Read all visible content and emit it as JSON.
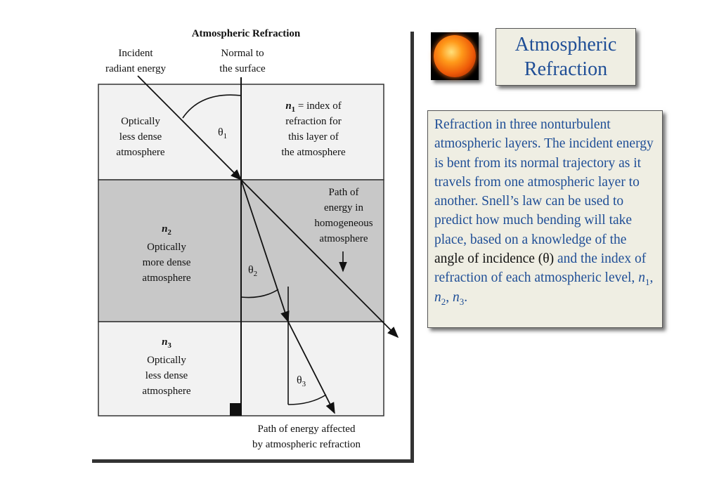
{
  "figure": {
    "title": "Atmospheric Refraction",
    "incident_label": [
      "Incident",
      "radiant energy"
    ],
    "normal_label": [
      "Normal to",
      "the surface"
    ],
    "layer1": {
      "description": [
        "Optically",
        "less dense",
        "atmosphere"
      ],
      "index_note": {
        "n": "n",
        "sub": "1",
        "text_first": " = index of",
        "lines": [
          "refraction for",
          "this layer of",
          "the atmosphere"
        ]
      },
      "theta": "θ",
      "theta_sub": "1",
      "fill": "#f2f2f2"
    },
    "layer2": {
      "n": "n",
      "sub": "2",
      "description": [
        "Optically",
        "more dense",
        "atmosphere"
      ],
      "path_label": [
        "Path of",
        "energy in",
        "homogeneous",
        "atmosphere"
      ],
      "theta": "θ",
      "theta_sub": "2",
      "fill": "#c8c8c8"
    },
    "layer3": {
      "n": "n",
      "sub": "3",
      "description": [
        "Optically",
        "less dense",
        "atmosphere"
      ],
      "theta": "θ",
      "theta_sub": "3",
      "fill": "#f2f2f2"
    },
    "bottom_label": [
      "Path of energy affected",
      "by atmospheric refraction"
    ]
  },
  "title_box": {
    "title": "Atmospheric Refraction",
    "accent_color": "#1f4e96"
  },
  "sun_image": {
    "icon": "sun-icon"
  },
  "description": {
    "part1": "Refraction in three nonturbulent atmospheric layers. The incident energy is bent from its normal trajectory as it travels from one atmospheric layer to another. Snell’s law can be used to predict how much bending will take place, based on a knowledge of the ",
    "highlight": "angle of incidence (θ)",
    "part2": " and the index of refraction of each atmospheric level, ",
    "n1": "n",
    "n1_sub": "1",
    "sep1": ", ",
    "n2": "n",
    "n2_sub": "2",
    "sep2": ", ",
    "n3": "n",
    "n3_sub": "3",
    "end": "."
  }
}
